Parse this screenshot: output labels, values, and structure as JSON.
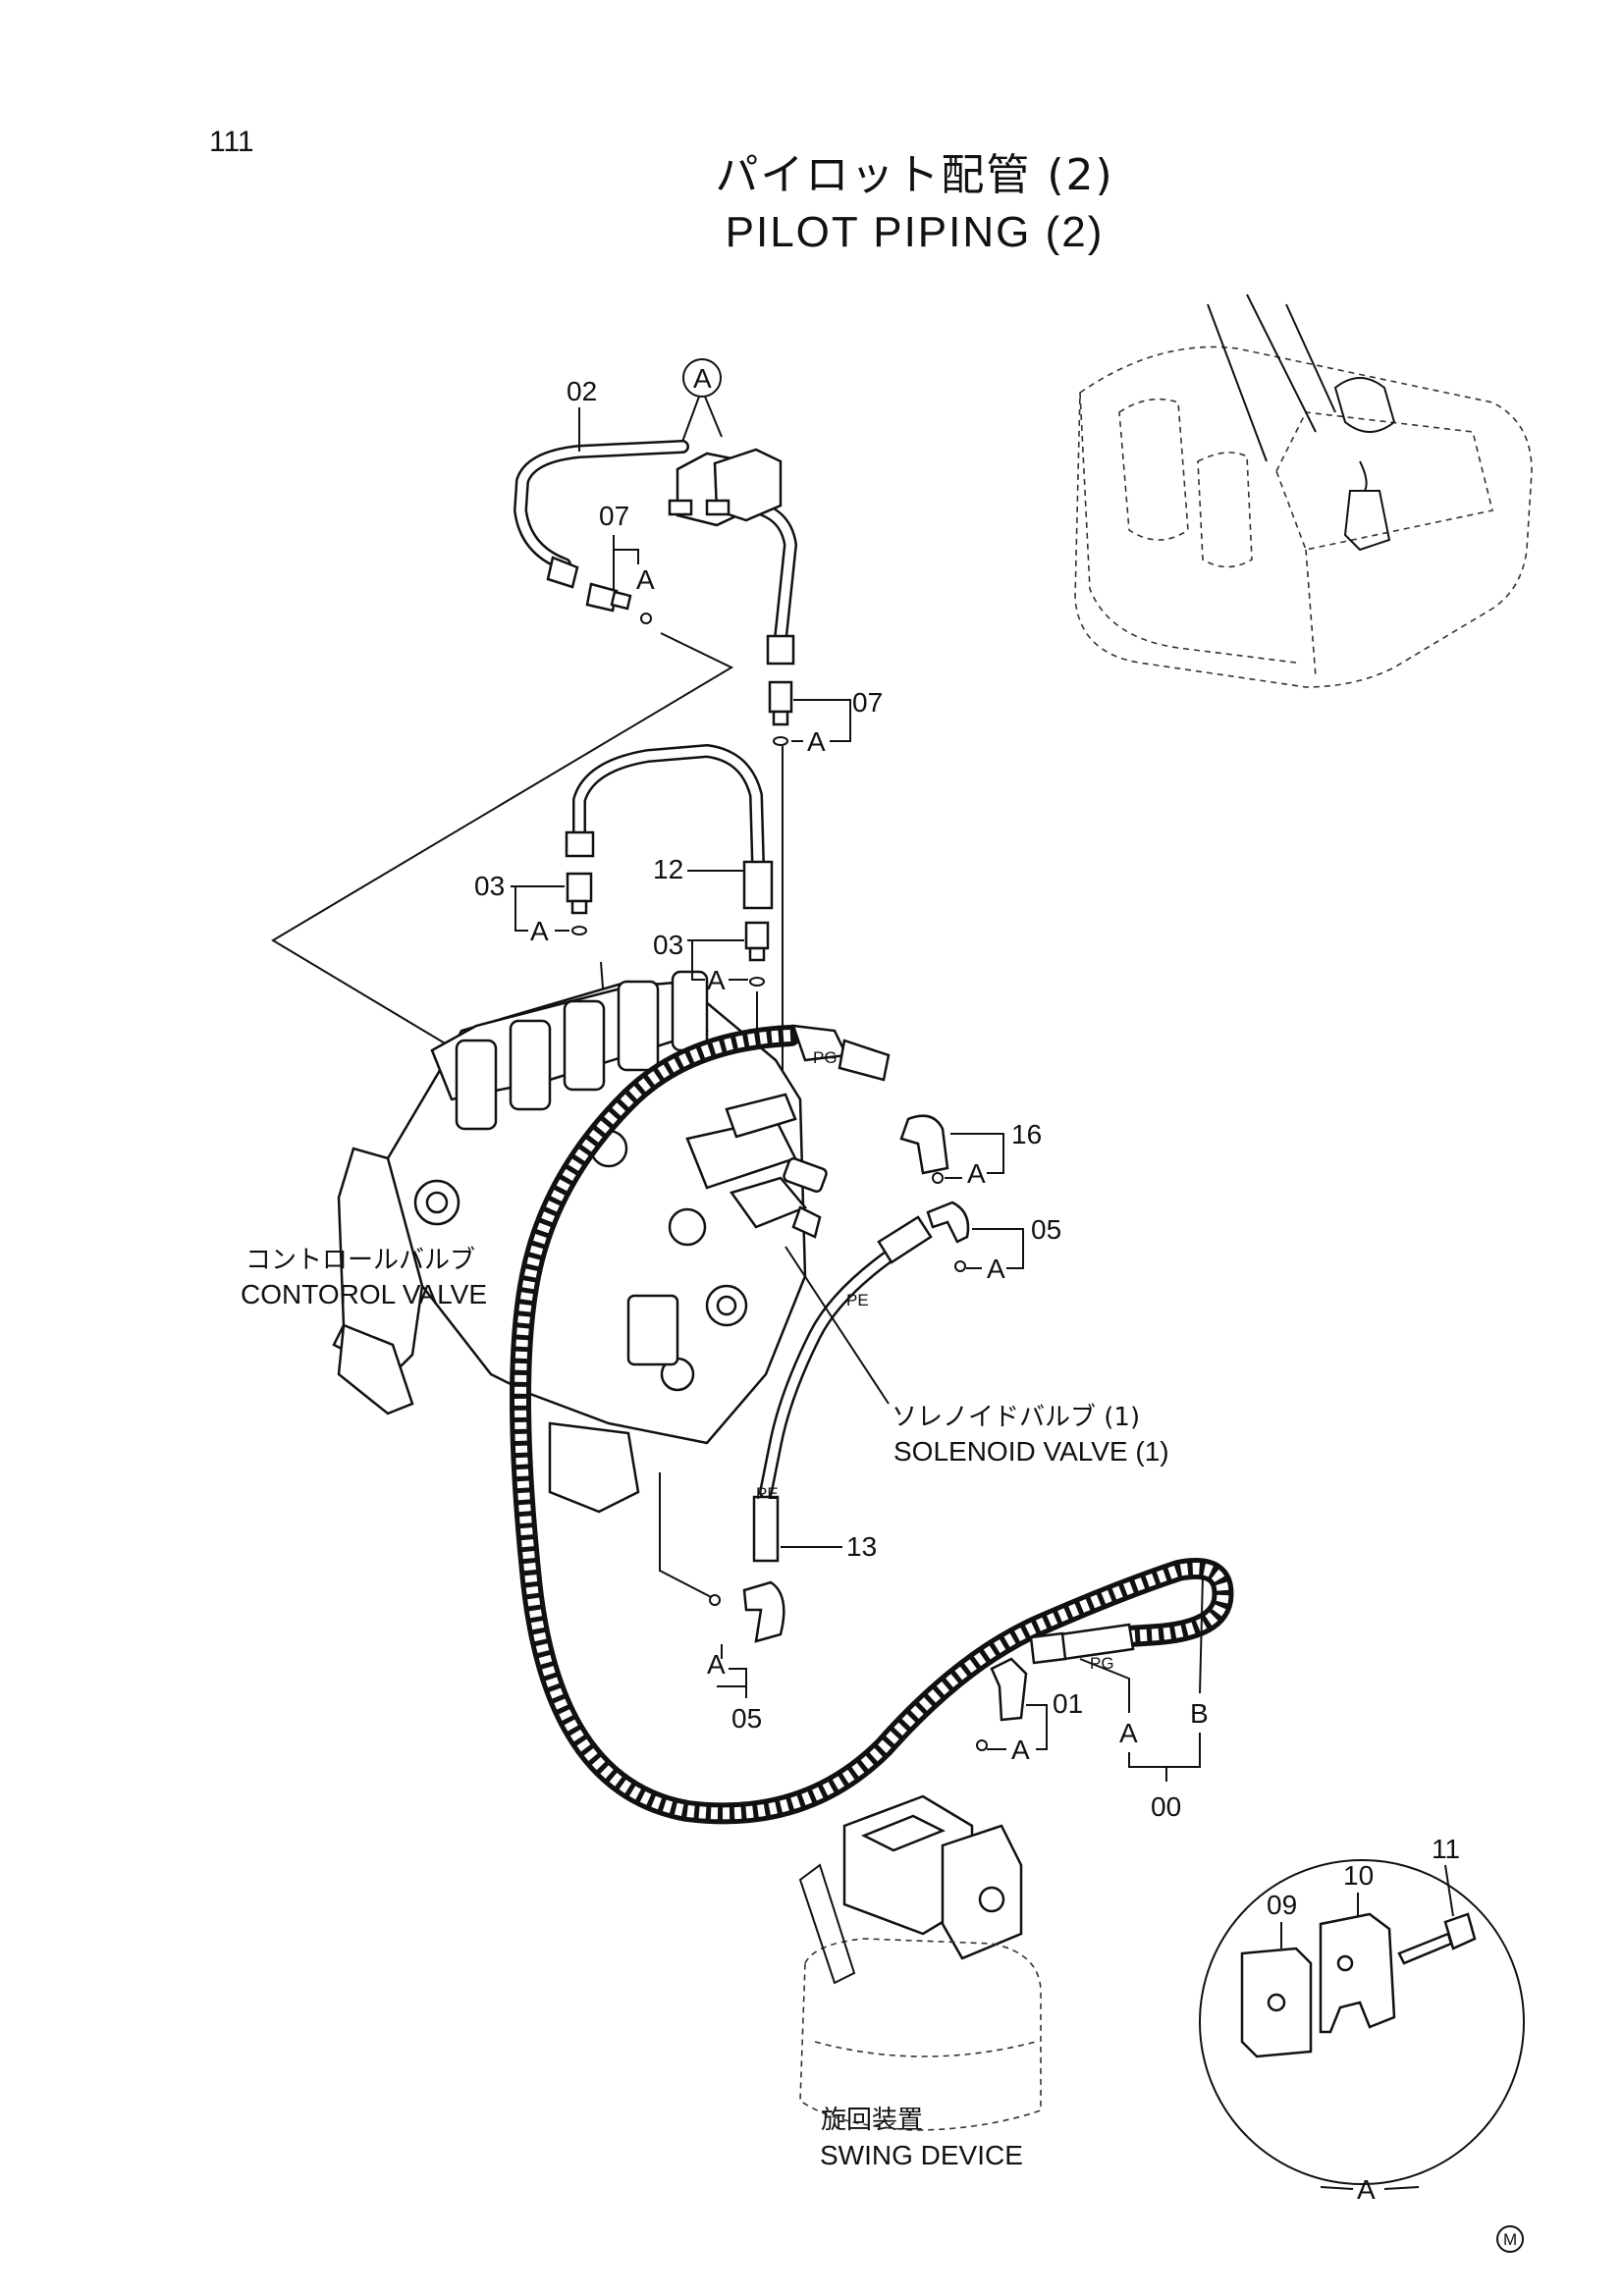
{
  "page_number": "111",
  "title_ja": "パイロット配管 (2)",
  "title_en": "PILOT PIPING (2)",
  "callouts": {
    "c02": "02",
    "c07a": "07",
    "c07b": "07",
    "c03a": "03",
    "c03b": "03",
    "c12": "12",
    "c16": "16",
    "c05a": "05",
    "c05b": "05",
    "c13": "13",
    "c01": "01",
    "c00": "00",
    "c09": "09",
    "c10": "10",
    "c11": "11"
  },
  "letters": {
    "a_circle": "A",
    "a1": "A",
    "a2": "A",
    "a3": "A",
    "a4": "A",
    "a5": "A",
    "a6": "A",
    "a7": "A",
    "a8": "A",
    "a9": "A",
    "a10": "A",
    "b1": "B"
  },
  "port_labels": {
    "pg1": "PG",
    "pg2": "PG",
    "pe1": "PE",
    "pe2": "PE"
  },
  "components": {
    "control_valve_ja": "コントロールバルブ",
    "control_valve_en": "CONTOROL VALVE",
    "solenoid_ja": "ソレノイドバルブ (1)",
    "solenoid_en": "SOLENOID VALVE (1)",
    "swing_ja": "旋回装置",
    "swing_en": "SWING DEVICE"
  },
  "corner_mark": "M"
}
